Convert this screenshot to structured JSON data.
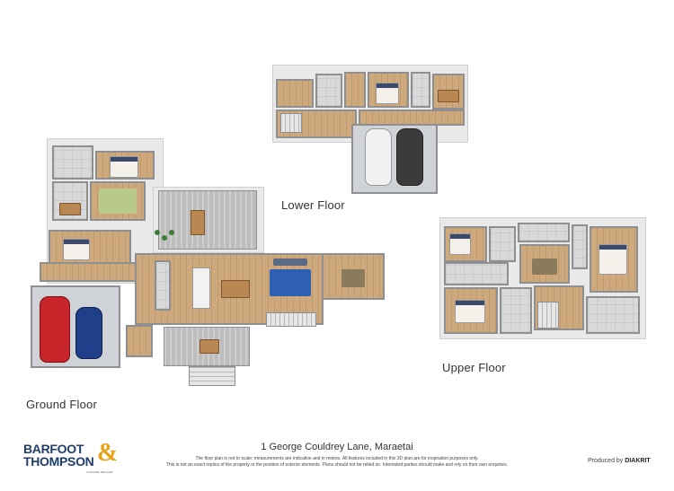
{
  "labels": {
    "lower_floor": "Lower Floor",
    "ground_floor": "Ground Floor",
    "upper_floor": "Upper Floor"
  },
  "footer": {
    "address": "1 George Couldrey Lane, Maraetai",
    "disclaimer_line1": "The floor plan is not to scale: measurements are indicative and in metres. All features included in this 3D plan are for inspiration purposes only.",
    "disclaimer_line2": "This is not an exact replica of the property or the position of exterior elements. Plans should not be relied on. Interested parties should make and rely on their own enquiries.",
    "produced_by": "Produced by",
    "producer": "DIAKRIT"
  },
  "brand": {
    "line1": "BARFOOT",
    "line2": "THOMPSON",
    "ampersand": "&",
    "tagline": "LICENSED REA 2008"
  },
  "colors": {
    "wood": "#c9a272",
    "tile": "#d7d9db",
    "brand_blue": "#1f3d6b",
    "brand_gold": "#e8a21a"
  }
}
